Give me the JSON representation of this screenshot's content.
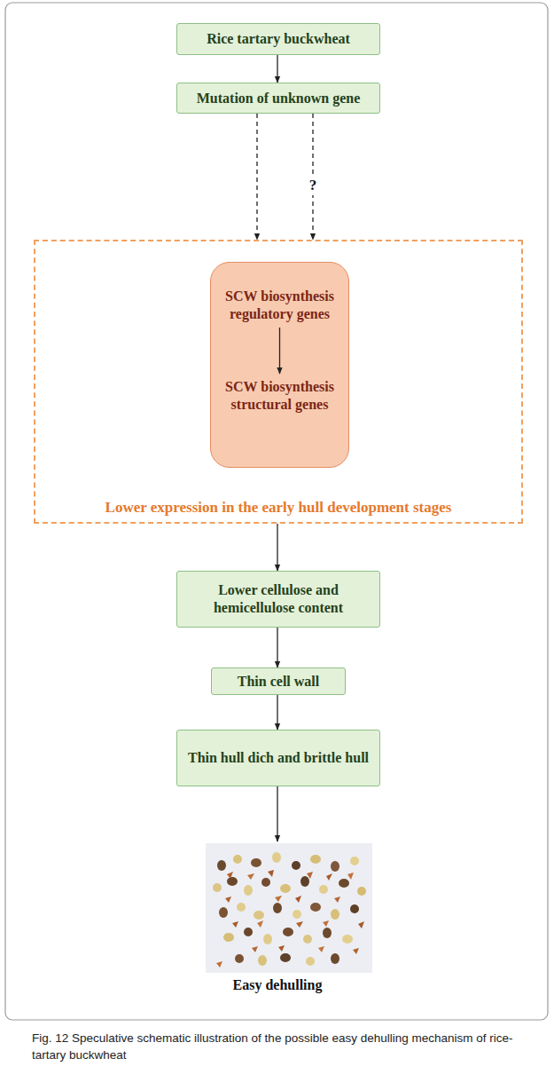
{
  "diagram": {
    "caption": "Fig. 12 Speculative schematic illustration of the possible easy dehulling mechanism of rice-tartary buckwheat",
    "nodes": [
      {
        "text": [
          "Rice tartary buckwheat"
        ]
      },
      {
        "text": [
          "Mutation of unknown gene"
        ]
      },
      {
        "text": [
          "Lower expression in the early hull development stages"
        ]
      },
      {
        "text": [
          "SCW biosynthesis regulatory genes",
          "SCW biosynthesis structural genes"
        ],
        "in": 2
      },
      {
        "text": [
          "Lower cellulose and hemicellulose content"
        ]
      },
      {
        "text": [
          "Thin cell wall"
        ]
      },
      {
        "text": [
          "Thin hull dich and brittle hull"
        ]
      }
    ],
    "edges": [
      {
        "from": 0,
        "to": 1,
        "arrow": "to"
      },
      {
        "from": 1,
        "to": 2,
        "arrow": "to"
      },
      {
        "from": 1,
        "to": 2,
        "label": "?",
        "arrow": "to"
      },
      {
        "from": 2,
        "to": 4,
        "arrow": "to"
      },
      {
        "from": 4,
        "to": 5,
        "arrow": "to"
      },
      {
        "from": 5,
        "to": 6,
        "arrow": "to"
      }
    ],
    "labels": [
      "Easy dehulling"
    ]
  }
}
